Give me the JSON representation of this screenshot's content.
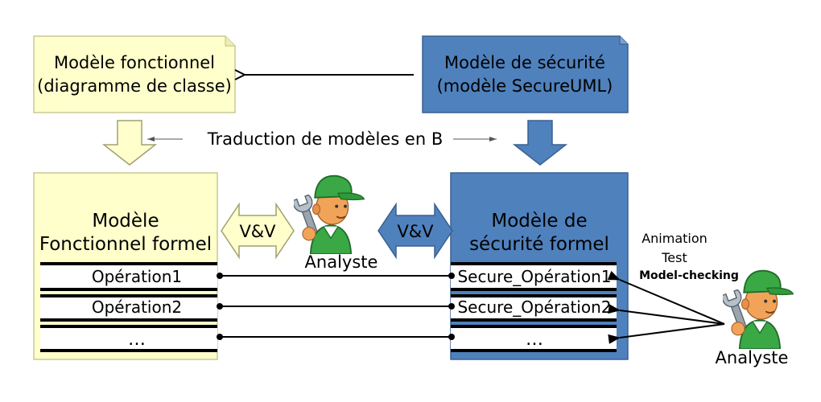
{
  "top": {
    "functional_model": {
      "line1": "Modèle fonctionnel",
      "line2": "(diagramme de classe)"
    },
    "security_model": {
      "line1": "Modèle de sécurité",
      "line2": "(modèle SecureUML)"
    },
    "translation_label": "Traduction de modèles en B"
  },
  "formal_functional": {
    "title_line1": "Modèle",
    "title_line2": "Fonctionnel formel",
    "operations": [
      "Opération1",
      "Opération2",
      "…"
    ]
  },
  "formal_security": {
    "title_line1": "Modèle de",
    "title_line2": "sécurité formel",
    "operations": [
      "Secure_Opération1",
      "Secure_Opération2",
      "…"
    ]
  },
  "vv_left": "V&V",
  "vv_right": "V&V",
  "analyst_center": {
    "label": "Analyste"
  },
  "analyst_right": {
    "label": "Analyste"
  },
  "techniques": {
    "line1": "Animation",
    "line2": "Test",
    "line3": "Model-checking"
  },
  "colors": {
    "yellow_fill": "#ffffcc",
    "yellow_border": "#c8c896",
    "blue_fill": "#4f81bd",
    "blue_border": "#3a6190",
    "stripe": "#000000",
    "avatar_green": "#3aa845"
  },
  "icons": {
    "analyst": "mechanic-with-wrench-icon"
  }
}
